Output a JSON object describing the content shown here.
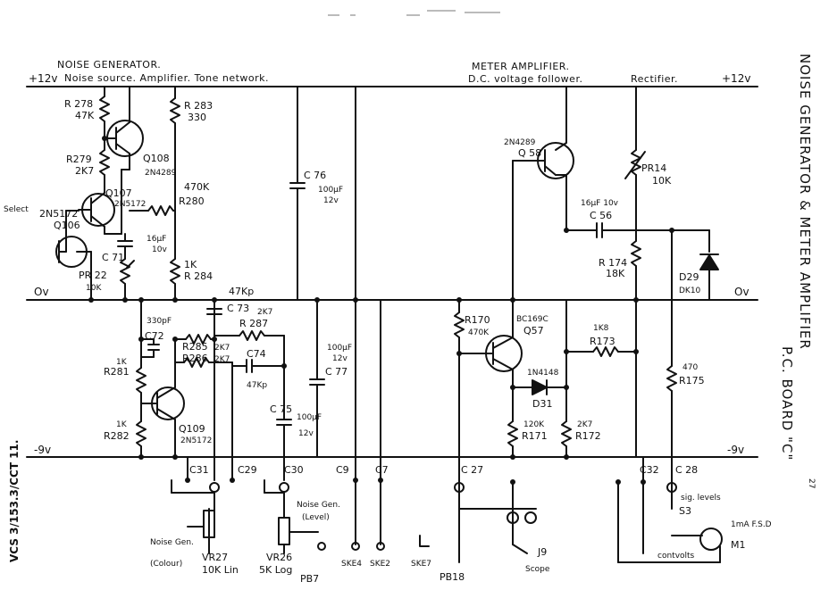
{
  "title": "NOISE GENERATOR & METER AMPLIFIER",
  "subtitle": "P.C. BOARD \"C\"",
  "page_ref": "27",
  "drawing_ref": "VCS 3/153.3/CCT 11.",
  "section_noise": "NOISE GENERATOR.",
  "section_noise_sub": "Noise source.  Amplifier.  Tone network.",
  "section_meter": "METER AMPLIFIER.",
  "section_meter_sub": "D.C. voltage  follower.",
  "section_rect": "Rectifier.",
  "rails": {
    "pos_left": "+12v",
    "pos_right": "+12v",
    "zero_left": "Ov",
    "zero_right": "Ov",
    "neg_left": "-9v",
    "neg_right": "-9v"
  },
  "labels": {
    "r278": "R 278",
    "r278v": "47K",
    "r279": "R279",
    "r279v": "2K7",
    "r283": "R 283",
    "r283v": "330",
    "q108": "Q108",
    "q108t": "2N4289",
    "q107": "Q107",
    "q107t": "2N5172",
    "q106": "Q106",
    "q106t": "2N5172",
    "select": "Select",
    "r280v": "470K",
    "r280": "R280",
    "c71v1": "16µF",
    "c71v2": "10v",
    "c71": "C 71",
    "pr22": "PR 22",
    "pr22v": "10K",
    "r284v": "1K",
    "r284": "R 284",
    "c76": "C 76",
    "c76v1": "100µF",
    "c76v2": "12v",
    "c73v": "47Kp",
    "c73": "C 73",
    "c72v": "330pF",
    "c72": "C72",
    "r287v": "2K7",
    "r287": "R 287",
    "r285": "R285",
    "r285v": "2K7",
    "r286": "R286",
    "r286v": "2K7",
    "c74": "C74",
    "c74v": "47Kp",
    "c75": "C 75",
    "c75v1": "100µF",
    "c75v2": "12v",
    "c77v1": "100µF",
    "c77v2": "12v",
    "c77": "C 77",
    "r281v": "1K",
    "r281": "R281",
    "r282v": "1K",
    "r282": "R282",
    "q109": "Q109",
    "q109t": "2N5172",
    "q58t": "2N4289",
    "q58": "Q 58",
    "pr14": "PR14",
    "pr14v": "10K",
    "c56v": "16µF 10v",
    "c56": "C 56",
    "r174": "R 174",
    "r174v": "18K",
    "d29": "D29",
    "d29t": "DK10",
    "r170": "R170",
    "r170v": "470K",
    "q57t": "BC169C",
    "q57": "Q57",
    "r173v": "1K8",
    "r173": "R173",
    "d31t": "1N4148",
    "d31": "D31",
    "r175v": "470",
    "r175": "R175",
    "r171v": "120K",
    "r171": "R171",
    "r172v": "2K7",
    "r172": "R172",
    "c31": "C31",
    "c29": "C29",
    "c30": "C30",
    "c9": "C9",
    "c7": "C7",
    "c27": "C 27",
    "c32": "C32",
    "c28": "C 28",
    "vr27": "VR27",
    "vr27v": "10K Lin",
    "ngcol1": "Noise Gen.",
    "ngcol2": "(Colour)",
    "vr26": "VR26",
    "vr26v": "5K Log",
    "nglev1": "Noise Gen.",
    "nglev2": "(Level)",
    "pb7": "PB7",
    "ske4": "SKE4",
    "ske2": "SKE2",
    "ske7": "SKE7",
    "pb18": "PB18",
    "j9": "J9",
    "scope": "Scope",
    "siglev": "sig. levels",
    "s3": "S3",
    "contvolts": "contvolts",
    "m1v": "1mA  F.S.D",
    "m1": "M1"
  }
}
